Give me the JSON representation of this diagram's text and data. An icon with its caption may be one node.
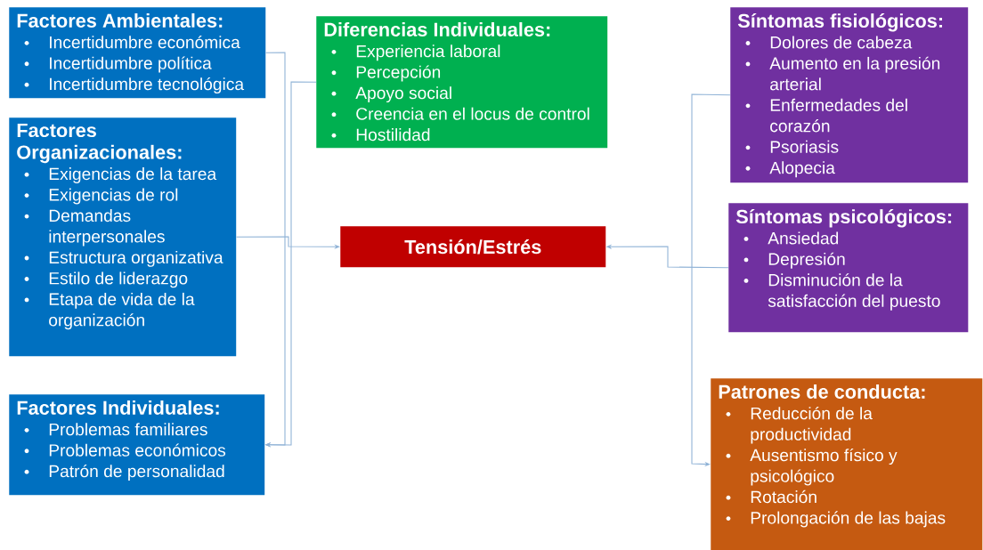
{
  "diagram": {
    "nodes": [
      {
        "text": [
          "Factores Ambientales:",
          "Incertidumbre económica",
          "Incertidumbre política",
          "Incertidumbre tecnológica"
        ]
      },
      {
        "text": [
          "Diferencias Individuales:",
          "Experiencia laboral",
          "Percepción",
          "Apoyo social",
          "Creencia en el locus de control",
          "Hostilidad"
        ]
      },
      {
        "text": [
          "Síntomas fisiológicos:",
          "Dolores de cabeza",
          "Aumento en la presión arterial",
          "Enfermedades del corazón",
          "Psoriasis",
          "Alopecia"
        ]
      },
      {
        "text": [
          "Factores Organizacionales:",
          "Exigencias de la tarea",
          "Exigencias de rol",
          "Demandas interpersonales",
          "Estructura organizativa",
          "Estilo de liderazgo",
          "Etapa de vida de la organización"
        ]
      },
      {
        "text": [
          "Tensión/Estrés"
        ]
      },
      {
        "text": [
          "Síntomas psicológicos:",
          "Ansiedad",
          "Depresión",
          "Disminución de la satisfacción del puesto"
        ]
      },
      {
        "text": [
          "Factores Individuales:",
          "Problemas familiares",
          "Problemas económicos",
          "Patrón de personalidad"
        ]
      },
      {
        "text": [
          "Patrones de conducta:",
          "Reducción de la productividad",
          "Ausentismo físico y psicológico",
          "Rotación",
          "Prolongación de las bajas"
        ]
      }
    ],
    "edges": [
      {
        "from": 0,
        "to": 6,
        "arrow": "to"
      },
      {
        "from": 1,
        "to": 6,
        "arrow": "to"
      },
      {
        "from": 3,
        "to": 4,
        "arrow": "to"
      },
      {
        "from": 5,
        "to": 4,
        "arrow": "to"
      },
      {
        "from": 2,
        "to": 7,
        "arrow": "to"
      }
    ]
  }
}
